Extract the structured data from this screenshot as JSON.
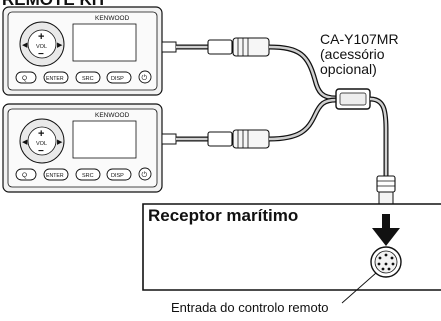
{
  "diagram": {
    "cut_title": "REMOTE KIT",
    "accessory": {
      "model": "CA-Y107MR",
      "note_line1": "(acessório",
      "note_line2": "opcional)"
    },
    "receiver_label": "Receptor marítimo",
    "remote_input_label": "Entrada do controlo remoto"
  },
  "remote_units": [
    {
      "brand": "KENWOOD",
      "vol_label": "VOL",
      "buttons": [
        "Q",
        "ENTER",
        "SRC",
        "DISP",
        "⏻"
      ]
    },
    {
      "brand": "KENWOOD",
      "vol_label": "VOL",
      "buttons": [
        "Q",
        "ENTER",
        "SRC",
        "DISP",
        "⏻"
      ]
    }
  ]
}
